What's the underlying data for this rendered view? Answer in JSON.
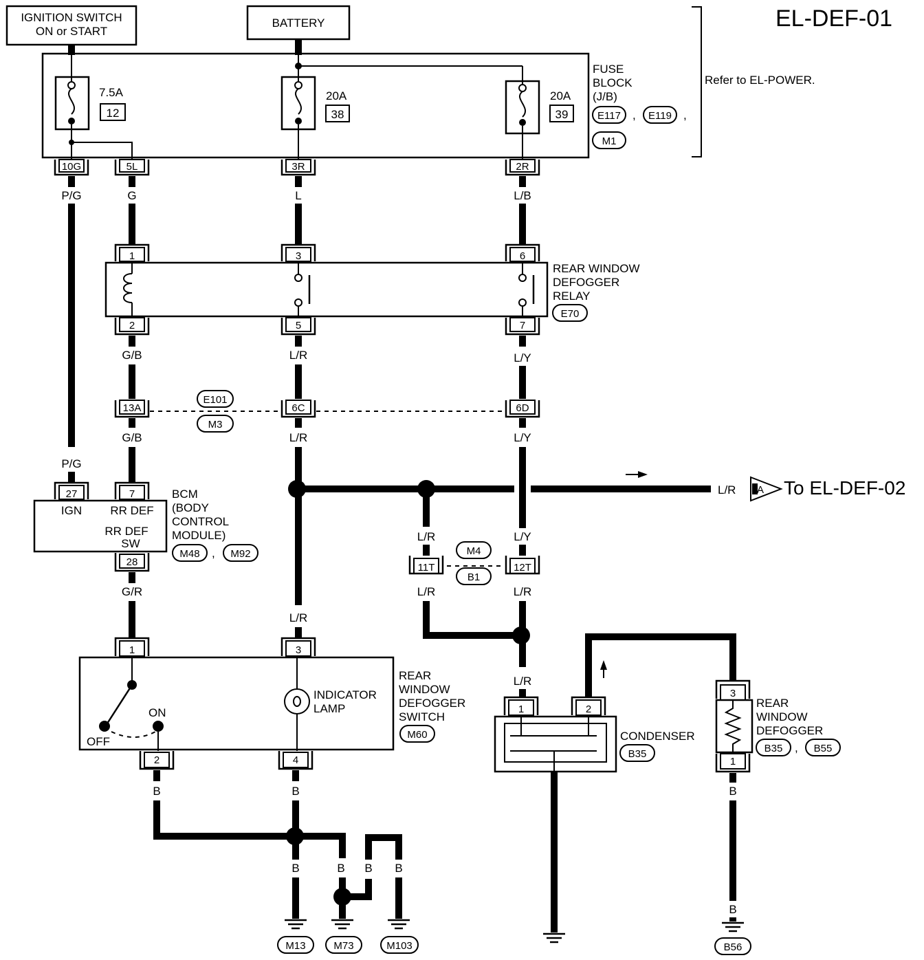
{
  "diagram": {
    "title": "EL-DEF-01",
    "ignition_switch": [
      "IGNITION SWITCH",
      "ON or START"
    ],
    "battery": "BATTERY",
    "refer_note": "Refer to EL-POWER.",
    "fuse_block": {
      "label": [
        "FUSE",
        "BLOCK",
        "(J/B)"
      ],
      "connectors": [
        "E117",
        "E119",
        "M1"
      ],
      "fuses": [
        {
          "rating": "7.5A",
          "number": "12"
        },
        {
          "rating": "20A",
          "number": "38"
        },
        {
          "rating": "20A",
          "number": "39"
        }
      ],
      "terminals": [
        "10G",
        "5L",
        "3R",
        "2R"
      ]
    },
    "wire_colors": {
      "pg": "P/G",
      "g": "G",
      "l": "L",
      "lb": "L/B",
      "gb": "G/B",
      "lr": "L/R",
      "ly": "L/Y",
      "gr": "G/R",
      "b": "B"
    },
    "relay": {
      "label": [
        "REAR WINDOW",
        "DEFOGGER",
        "RELAY"
      ],
      "connector": "E70",
      "pins": [
        "1",
        "3",
        "6",
        "2",
        "5",
        "7"
      ]
    },
    "junction_1": {
      "connectors": [
        "E101",
        "M3"
      ],
      "pins": [
        "13A",
        "6C",
        "6D"
      ]
    },
    "bcm": {
      "label": [
        "BCM",
        "(BODY",
        "CONTROL",
        "MODULE)"
      ],
      "connectors": [
        "M48",
        "M92"
      ],
      "pins": [
        "27",
        "7",
        "28"
      ],
      "terms": [
        "IGN",
        "RR DEF",
        "RR DEF",
        "SW"
      ]
    },
    "to_next": {
      "arrow_label": "A",
      "text": "To EL-DEF-02"
    },
    "junction_2": {
      "connectors": [
        "M4",
        "B1"
      ],
      "pins": [
        "11T",
        "12T"
      ]
    },
    "switch": {
      "label": [
        "REAR",
        "WINDOW",
        "DEFOGGER",
        "SWITCH"
      ],
      "connector": "M60",
      "pins": [
        "1",
        "3",
        "2",
        "4"
      ],
      "on": "ON",
      "off": "OFF",
      "lamp": [
        "INDICATOR",
        "LAMP"
      ]
    },
    "condenser": {
      "label": "CONDENSER",
      "connector": "B35",
      "pins": [
        "1",
        "2"
      ]
    },
    "defogger": {
      "label": [
        "REAR",
        "WINDOW",
        "DEFOGGER"
      ],
      "connectors": [
        "B35",
        "B55"
      ],
      "pins": [
        "3",
        "1"
      ]
    },
    "grounds": [
      "M13",
      "M73",
      "M103",
      "B56"
    ]
  }
}
